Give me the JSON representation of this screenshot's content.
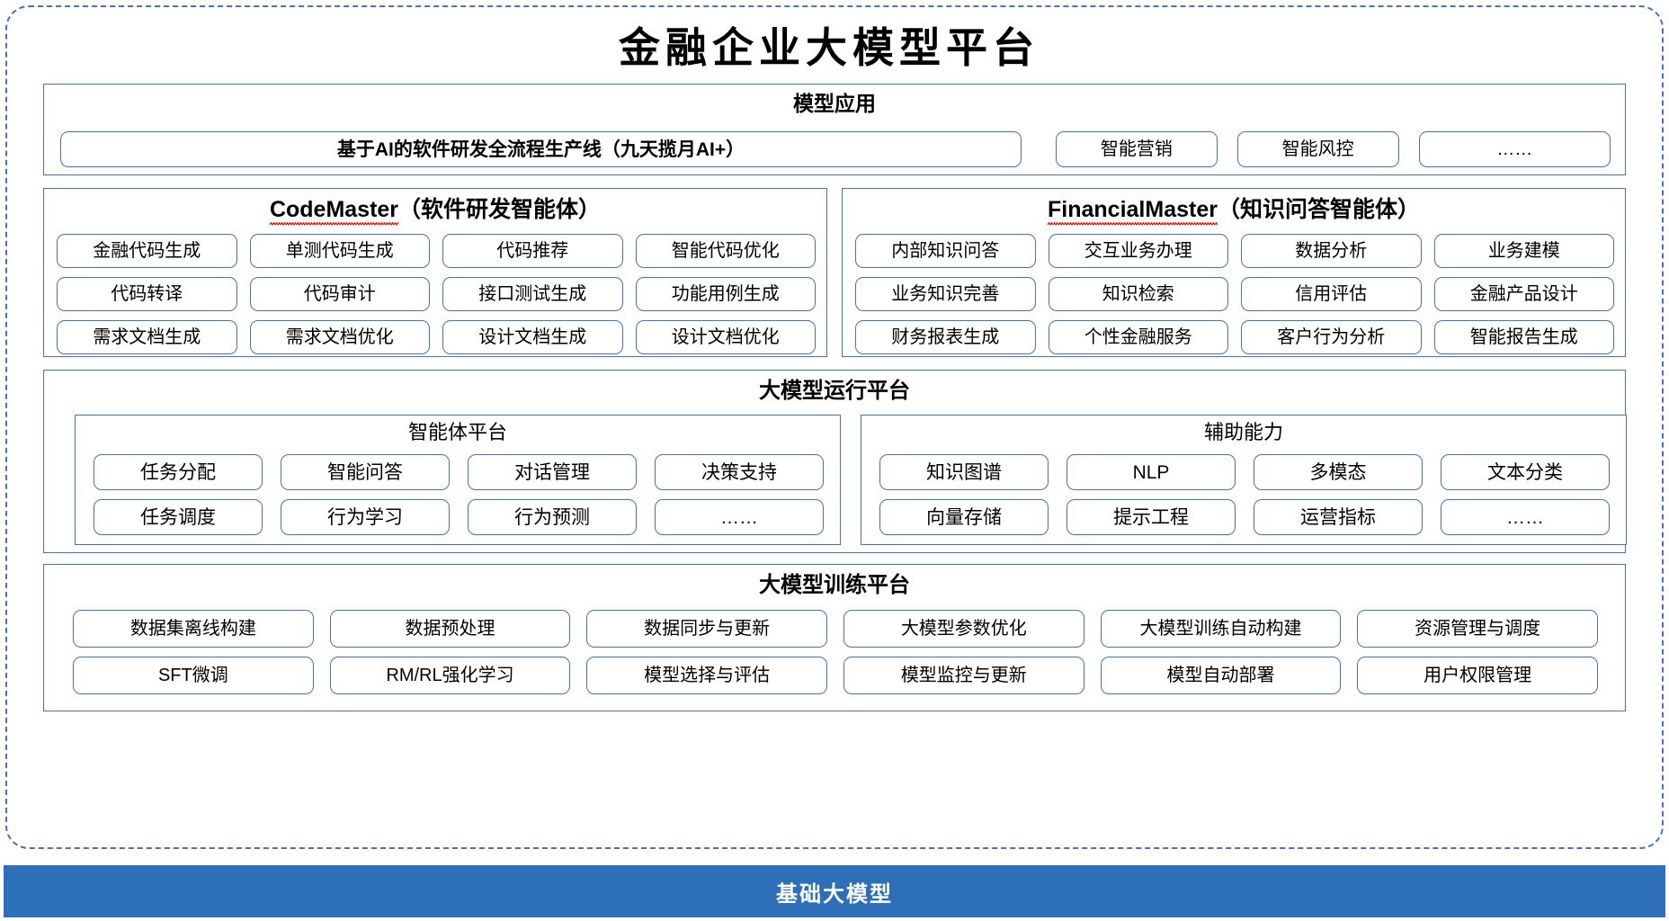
{
  "title": "金融企业大模型平台",
  "colors": {
    "accent_blue": "#4472c4",
    "foundation_bar": "#2e6fba",
    "spellcheck_red": "#ff0000",
    "background": "#ffffff"
  },
  "model_application": {
    "title": "模型应用",
    "primary": "基于AI的软件研发全流程生产线（九天揽月AI+）",
    "items": [
      "智能营销",
      "智能风控",
      "……"
    ]
  },
  "code_master": {
    "name": "CodeMaster",
    "suffix": "（软件研发智能体）",
    "spellcheck_underline": true,
    "items": [
      "金融代码生成",
      "单测代码生成",
      "代码推荐",
      "智能代码优化",
      "代码转译",
      "代码审计",
      "接口测试生成",
      "功能用例生成",
      "需求文档生成",
      "需求文档优化",
      "设计文档生成",
      "设计文档优化"
    ]
  },
  "financial_master": {
    "name": "FinancialMaster",
    "suffix": "（知识问答智能体）",
    "spellcheck_underline": true,
    "items": [
      "内部知识问答",
      "交互业务办理",
      "数据分析",
      "业务建模",
      "业务知识完善",
      "知识检索",
      "信用评估",
      "金融产品设计",
      "财务报表生成",
      "个性金融服务",
      "客户行为分析",
      "智能报告生成"
    ]
  },
  "run_platform": {
    "title": "大模型运行平台",
    "agent_platform": {
      "title": "智能体平台",
      "items": [
        "任务分配",
        "智能问答",
        "对话管理",
        "决策支持",
        "任务调度",
        "行为学习",
        "行为预测",
        "……"
      ]
    },
    "aux_capability": {
      "title": "辅助能力",
      "items": [
        "知识图谱",
        "NLP",
        "多模态",
        "文本分类",
        "向量存储",
        "提示工程",
        "运营指标",
        "……"
      ]
    }
  },
  "train_platform": {
    "title": "大模型训练平台",
    "items": [
      "数据集离线构建",
      "数据预处理",
      "数据同步与更新",
      "大模型参数优化",
      "大模型训练自动构建",
      "资源管理与调度",
      "SFT微调",
      "RM/RL强化学习",
      "模型选择与评估",
      "模型监控与更新",
      "模型自动部署",
      "用户权限管理"
    ]
  },
  "foundation": {
    "label": "基础大模型"
  }
}
